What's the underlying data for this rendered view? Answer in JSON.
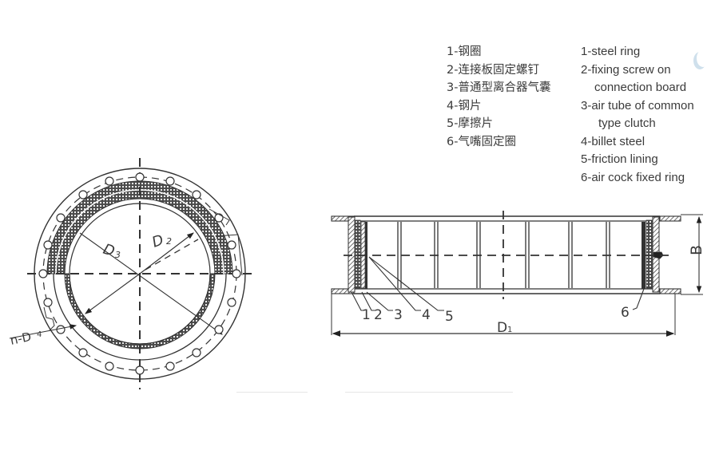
{
  "legend_cn": {
    "items": [
      "1-钢圈",
      "2-连接板固定螺钉",
      "3-普通型离合器气囊",
      "4-钢片",
      "5-摩擦片",
      "6-气嘴固定圈"
    ]
  },
  "legend_en": {
    "items": [
      "1-steel  ring",
      "2-fixing screw on",
      "connection board",
      "3-air tube  of common",
      "type clutch",
      "4-billet steel",
      "5-friction lining",
      "6-air cock fixed ring"
    ]
  },
  "front_view": {
    "labels": {
      "d3": "D",
      "d3_sub": "3",
      "d2": "D",
      "d2_sub": "2",
      "nd4": "n-D",
      "nd4_sub": "4"
    }
  },
  "section_view": {
    "part_numbers": [
      "1",
      "2",
      "3",
      "4",
      "5",
      "6"
    ],
    "dim_d1": "D",
    "dim_d1_sub": "1",
    "dim_b": "B"
  },
  "colors": {
    "line": "#333333",
    "text": "#3a3a3a",
    "background": "#ffffff",
    "hatch_fill": "#555555"
  }
}
